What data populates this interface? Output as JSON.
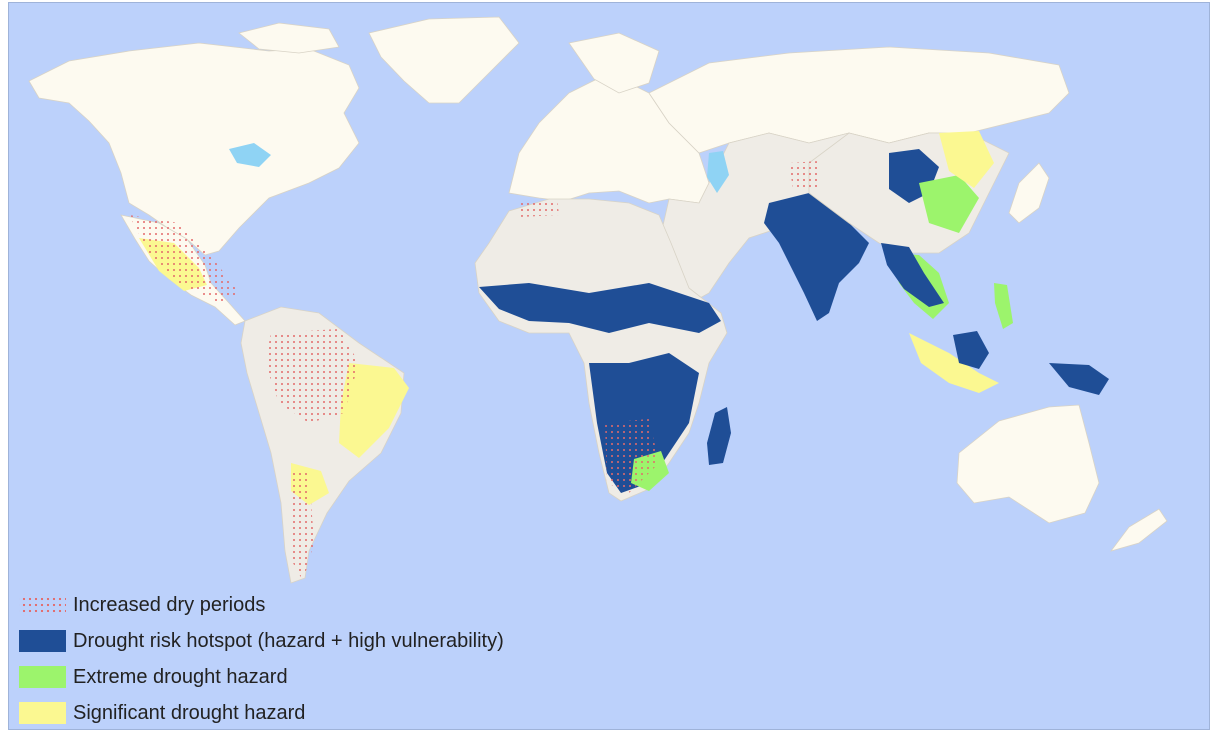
{
  "map": {
    "colors": {
      "ocean": "#bcd1fb",
      "land": "#fdfaf0",
      "land_gray": "#efece6",
      "hotspot": "#1f4e96",
      "extreme": "#9cf46c",
      "significant": "#fbf891",
      "dry": "#e36a6a",
      "lake": "#8fd3f4"
    }
  },
  "legend": {
    "items": [
      {
        "label": "Increased dry periods",
        "swatch": "dots"
      },
      {
        "label": "Drought risk hotspot (hazard + high vulnerability)",
        "swatch": "#1f4e96"
      },
      {
        "label": "Extreme drought hazard",
        "swatch": "#9cf46c"
      },
      {
        "label": "Significant drought hazard",
        "swatch": "#fbf891"
      }
    ]
  }
}
